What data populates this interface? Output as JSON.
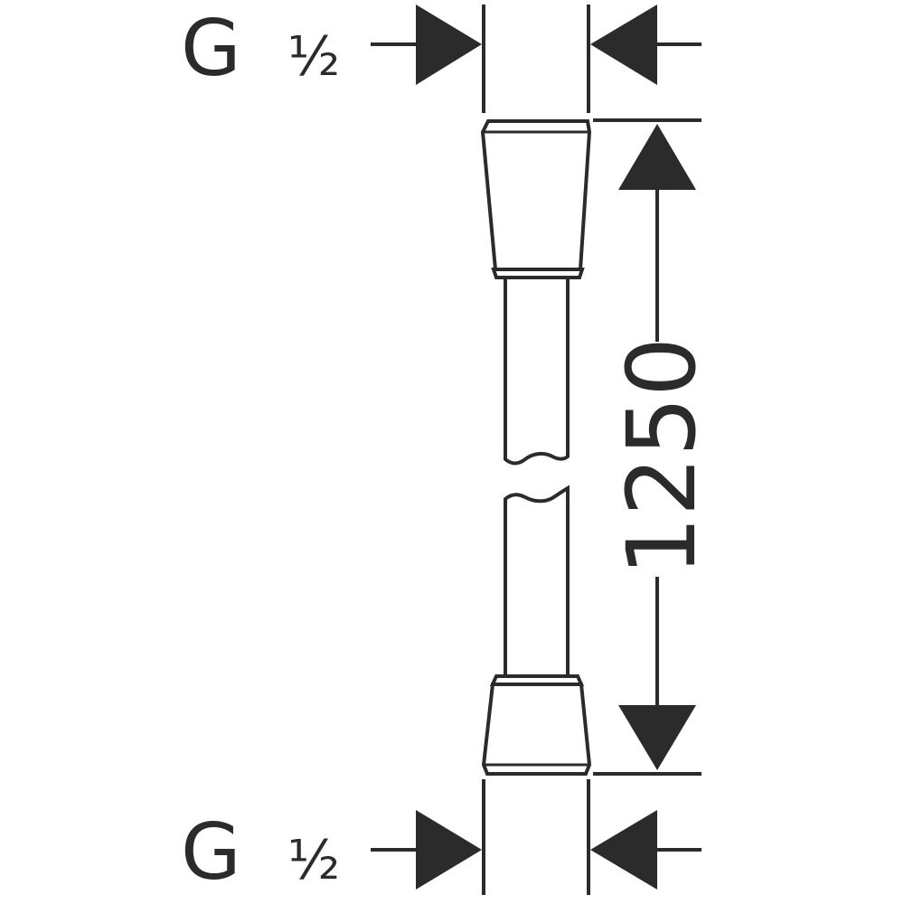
{
  "diagram": {
    "top_thread_label": {
      "letter": "G",
      "size": "½"
    },
    "bottom_thread_label": {
      "letter": "G",
      "size": "½"
    },
    "length_dimension": "1250",
    "colors": {
      "line": "#2b2b2b",
      "background": "#ffffff"
    }
  }
}
